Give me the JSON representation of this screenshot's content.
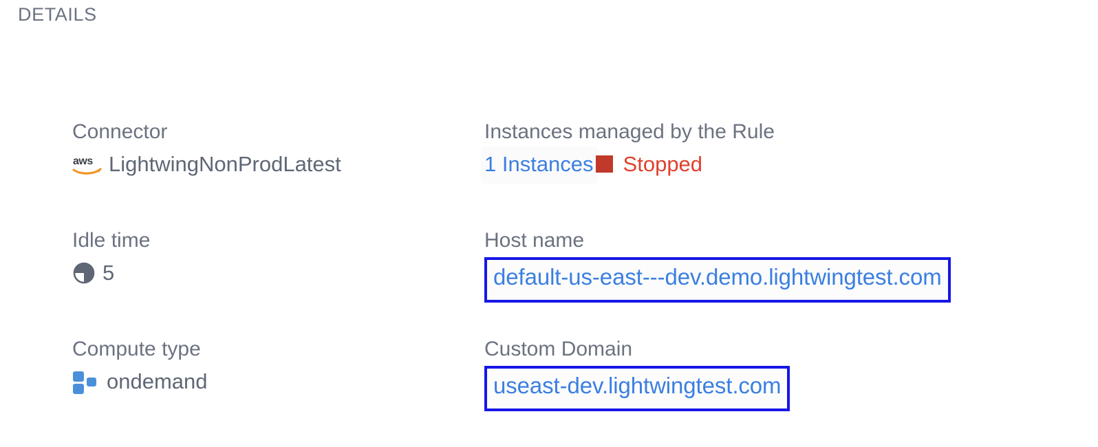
{
  "section": {
    "title": "DETAILS"
  },
  "colors": {
    "label": "#6b7280",
    "value": "#5f6775",
    "link_blue": "#3b7fe0",
    "highlight_border": "#1616e6",
    "status_red": "#e0402c",
    "status_square": "#c0392b",
    "compute_blue": "#4a90d9",
    "aws_orange": "#f0952a"
  },
  "fields": {
    "connector": {
      "label": "Connector",
      "value": "LightwingNonProdLatest",
      "icon": "aws-logo-icon"
    },
    "instances": {
      "label": "Instances managed by the Rule",
      "count_label": "1 Instances",
      "status": "Stopped",
      "status_icon": "stopped-square-icon"
    },
    "idle_time": {
      "label": "Idle time",
      "value": "5",
      "icon": "clock-icon"
    },
    "host_name": {
      "label": "Host name",
      "value": "default-us-east---dev.demo.lightwingtest.com"
    },
    "compute_type": {
      "label": "Compute type",
      "value": "ondemand",
      "icon": "compute-nodes-icon"
    },
    "custom_domain": {
      "label": "Custom Domain",
      "value": "useast-dev.lightwingtest.com"
    }
  }
}
